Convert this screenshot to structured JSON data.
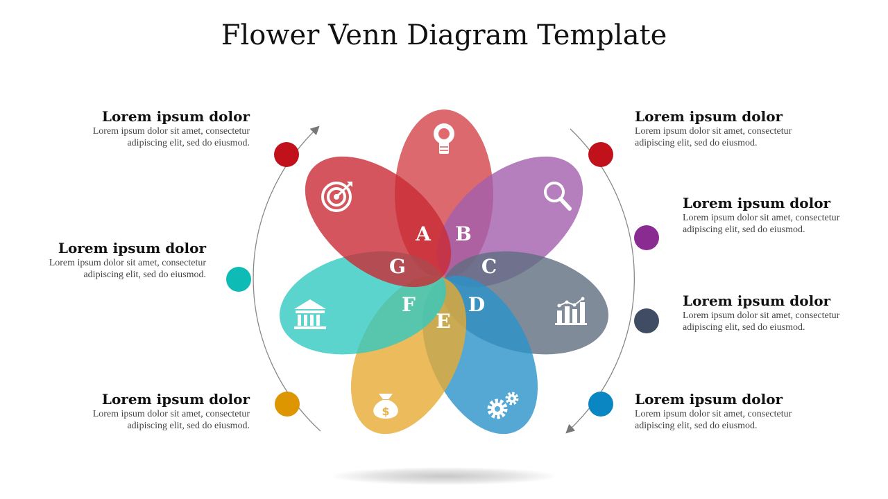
{
  "title": "Flower Venn Diagram Template",
  "petal_labels": [
    "A",
    "B",
    "C",
    "D",
    "E",
    "F",
    "G"
  ],
  "petal_icons": [
    "lightbulb-icon",
    "search-icon",
    "bar-chart-icon",
    "gears-icon",
    "money-bag-icon",
    "bank-icon",
    "target-icon"
  ],
  "petal_colors": [
    "#d2444a",
    "#a35fad",
    "#5f6e80",
    "#2b92c9",
    "#e7aa32",
    "#32c9c0",
    "#c92b34"
  ],
  "items": [
    {
      "heading": "Lorem ipsum dolor",
      "text": "Lorem ipsum dolor sit amet, consectetur adipiscing elit, sed do eiusmod.",
      "color": "#c1121c"
    },
    {
      "heading": "Lorem ipsum dolor",
      "text": "Lorem ipsum dolor sit amet, consectetur adipiscing elit, sed do eiusmod.",
      "color": "#0fbcb5"
    },
    {
      "heading": "Lorem ipsum dolor",
      "text": "Lorem ipsum dolor sit amet, consectetur adipiscing elit, sed do eiusmod.",
      "color": "#dd9500"
    },
    {
      "heading": "Lorem ipsum dolor",
      "text": "Lorem ipsum dolor sit amet, consectetur adipiscing elit, sed do eiusmod.",
      "color": "#c1121c"
    },
    {
      "heading": "Lorem ipsum dolor",
      "text": "Lorem ipsum dolor sit amet, consectetur adipiscing elit, sed do eiusmod.",
      "color": "#8a2b91"
    },
    {
      "heading": "Lorem ipsum dolor",
      "text": "Lorem ipsum dolor sit amet, consectetur adipiscing elit, sed do eiusmod.",
      "color": "#3f4c63"
    },
    {
      "heading": "Lorem ipsum dolor",
      "text": "Lorem ipsum dolor sit amet, consectetur adipiscing elit, sed do eiusmod.",
      "color": "#0a86c2"
    }
  ]
}
